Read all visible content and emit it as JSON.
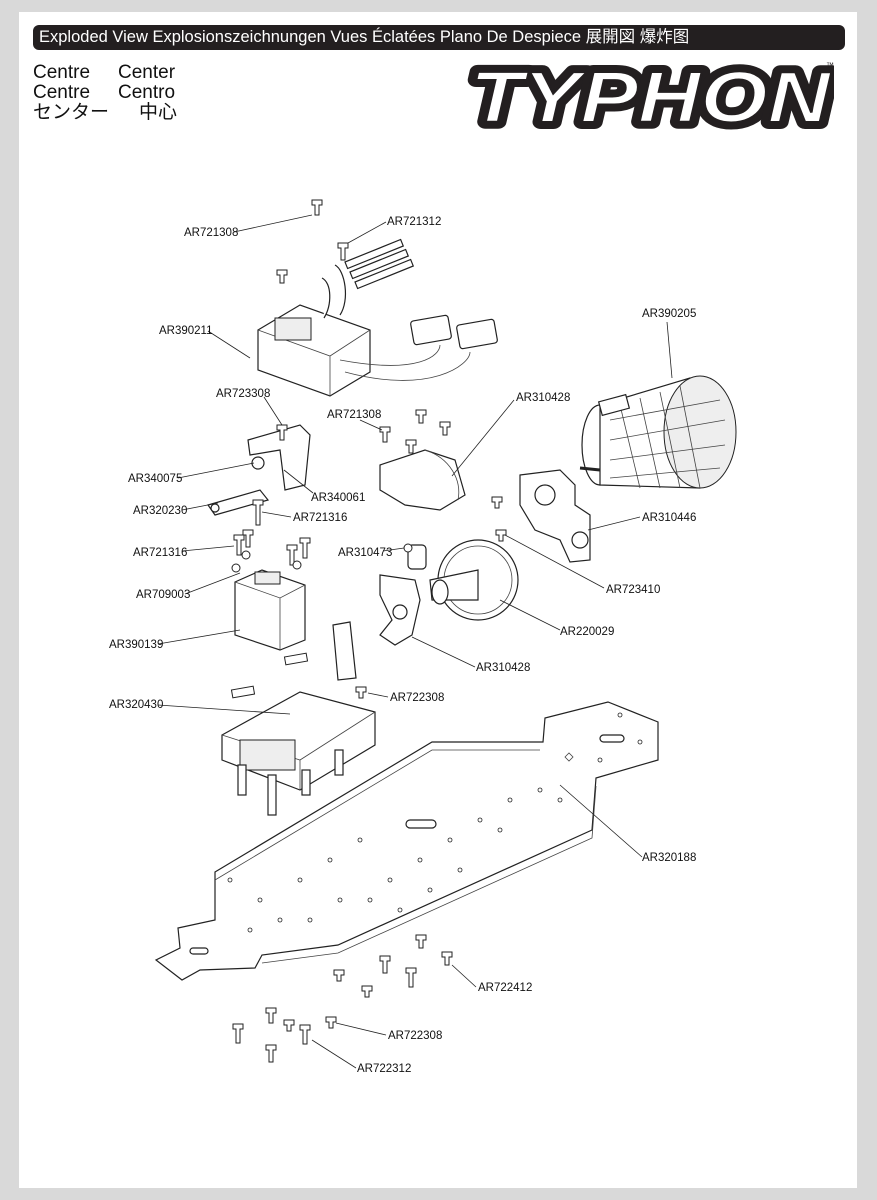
{
  "header": {
    "title": "Exploded View  Explosionszeichnungen  Vues Éclatées  Plano De Despiece 展開図  爆炸图"
  },
  "section": {
    "row1_a": "Centre",
    "row1_b": "Center",
    "row2_a": "Centre",
    "row2_b": "Centro",
    "row3_a": "センター",
    "row3_b": "中心"
  },
  "logo": {
    "text": "TYPHON",
    "tm": "™",
    "color": "#231f20"
  },
  "parts": [
    "AR721308",
    "AR721312",
    "AR390211",
    "AR390205",
    "AR723308",
    "AR721308",
    "AR310428",
    "AR340075",
    "AR340061",
    "AR320230",
    "AR721316",
    "AR721316",
    "AR310446",
    "AR310473",
    "AR723410",
    "AR709003",
    "AR220029",
    "AR390139",
    "AR310428",
    "AR722308",
    "AR320430",
    "AR320188",
    "AR722412",
    "AR722308",
    "AR722312"
  ]
}
